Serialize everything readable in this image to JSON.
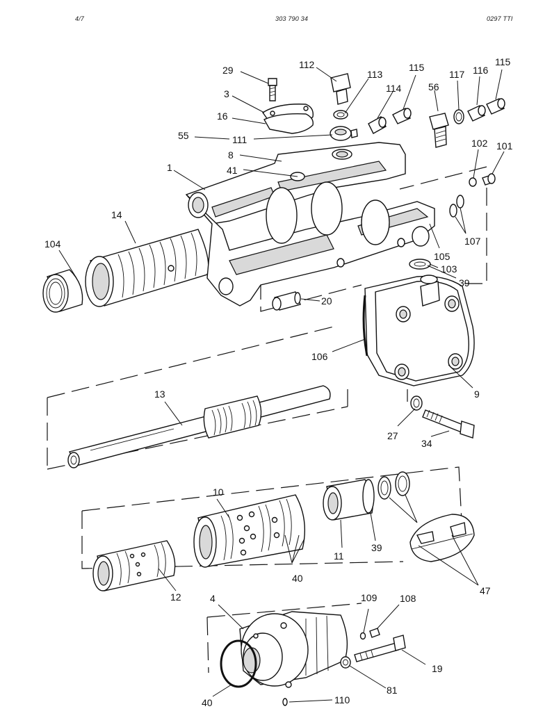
{
  "header": {
    "page": "4/7",
    "document_number": "303 790 34",
    "revision": "0297  TTI"
  },
  "callouts": {
    "c1": "1",
    "c3": "3",
    "c4": "4",
    "c8": "8",
    "c9": "9",
    "c10": "10",
    "c11": "11",
    "c12": "12",
    "c13": "13",
    "c14": "14",
    "c16": "16",
    "c19": "19",
    "c20": "20",
    "c27": "27",
    "c29": "29",
    "c34": "34",
    "c39a": "39",
    "c39b": "39",
    "c40a": "40",
    "c40b": "40",
    "c41": "41",
    "c47": "47",
    "c55": "55",
    "c56": "56",
    "c81": "81",
    "c101": "101",
    "c102": "102",
    "c103": "103",
    "c104": "104",
    "c105": "105",
    "c106": "106",
    "c107": "107",
    "c108": "108",
    "c109": "109",
    "c110": "110",
    "c111": "111",
    "c112": "112",
    "c113": "113",
    "c114": "114",
    "c115a": "115",
    "c115b": "115",
    "c116": "116",
    "c117": "117"
  }
}
